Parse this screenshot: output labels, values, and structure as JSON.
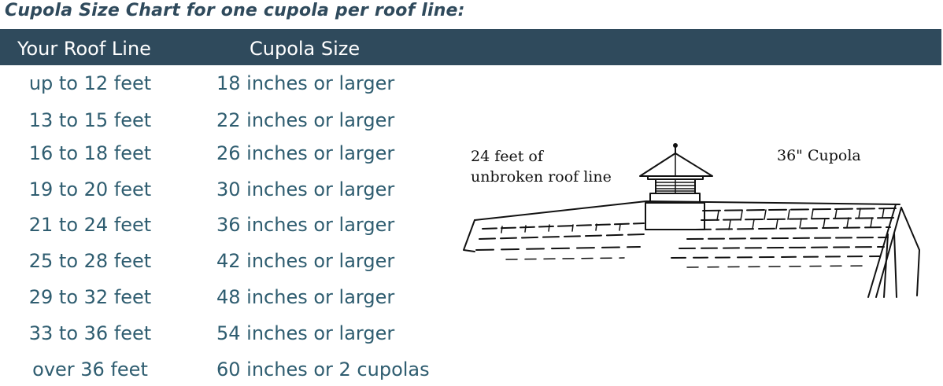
{
  "title": "Cupola Size Chart for one cupola per roof line:",
  "table": {
    "headers": {
      "roof_line": "Your Roof Line",
      "cupola_size": "Cupola Size"
    },
    "rows": [
      {
        "roof_line": "up to 12 feet",
        "cupola_size": "18 inches or larger"
      },
      {
        "roof_line": "13 to 15 feet",
        "cupola_size": "22 inches or larger"
      },
      {
        "roof_line": "16 to 18 feet",
        "cupola_size": "26 inches or larger"
      },
      {
        "roof_line": "19 to 20 feet",
        "cupola_size": "30 inches or larger"
      },
      {
        "roof_line": "21 to 24 feet",
        "cupola_size": "36 inches or larger"
      },
      {
        "roof_line": "25 to 28 feet",
        "cupola_size": "42 inches or larger"
      },
      {
        "roof_line": "29 to 32 feet",
        "cupola_size": "48 inches or larger"
      },
      {
        "roof_line": "33 to 36 feet",
        "cupola_size": "54 inches or larger"
      },
      {
        "roof_line": "over 36 feet",
        "cupola_size": "60 inches or 2 cupolas"
      }
    ]
  },
  "illustration": {
    "roof_label": "24 feet of\nunbroken roof line",
    "cupola_label": "36\" Cupola"
  },
  "colors": {
    "title": "#2f4a5c",
    "header_background": "#2f4a5c",
    "header_text": "#ffffff",
    "row_text": "#2f5d70"
  }
}
